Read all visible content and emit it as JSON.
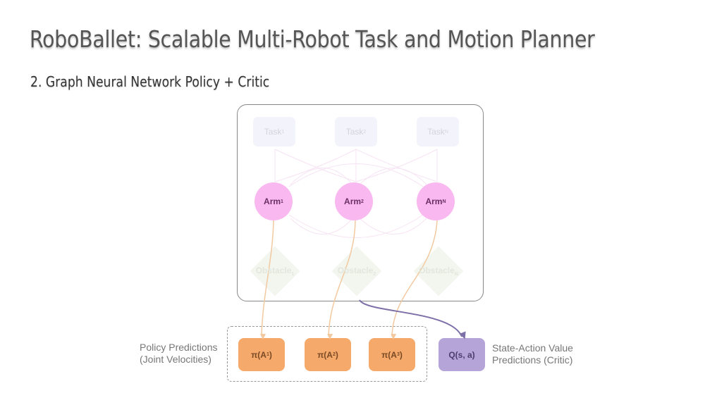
{
  "slide": {
    "title": "RoboBallet: Scalable Multi-Robot Task and Motion Planner",
    "subtitle": "2. Graph Neural Network Policy + Critic"
  },
  "diagram": {
    "tasks": [
      {
        "label": "Task",
        "sub": "1"
      },
      {
        "label": "Task",
        "sub": "2"
      },
      {
        "label": "Task",
        "sub": "N"
      }
    ],
    "arms": [
      {
        "label": "Arm",
        "sub": "1"
      },
      {
        "label": "Arm",
        "sub": "2"
      },
      {
        "label": "Arm",
        "sub": "N"
      }
    ],
    "obstacles": [
      {
        "label": "Obstacle",
        "sub": "1"
      },
      {
        "label": "Obstacle",
        "sub": "2"
      },
      {
        "label": "Obstacle",
        "sub": "N"
      }
    ],
    "policy_outputs": [
      {
        "label": "π(A",
        "sub": "1",
        "close": ")"
      },
      {
        "label": "π(A",
        "sub": "2",
        "close": ")"
      },
      {
        "label": "π(A",
        "sub": "3",
        "close": ")"
      }
    ],
    "critic_output": "Q(s, a)",
    "policy_label_line1": "Policy Predictions",
    "policy_label_line2": "(Joint Velocities)",
    "critic_label_line1": "State-Action Value",
    "critic_label_line2": "Predictions (Critic)",
    "colors": {
      "task": "#f3f3fb",
      "arm": "#f9b9f0",
      "obstacle": "#f3f6ee",
      "policy": "#f5a96b",
      "critic": "#b5a4d8",
      "policy_arrow": "#f2c9a0",
      "critic_arrow": "#7d6fa8"
    }
  }
}
